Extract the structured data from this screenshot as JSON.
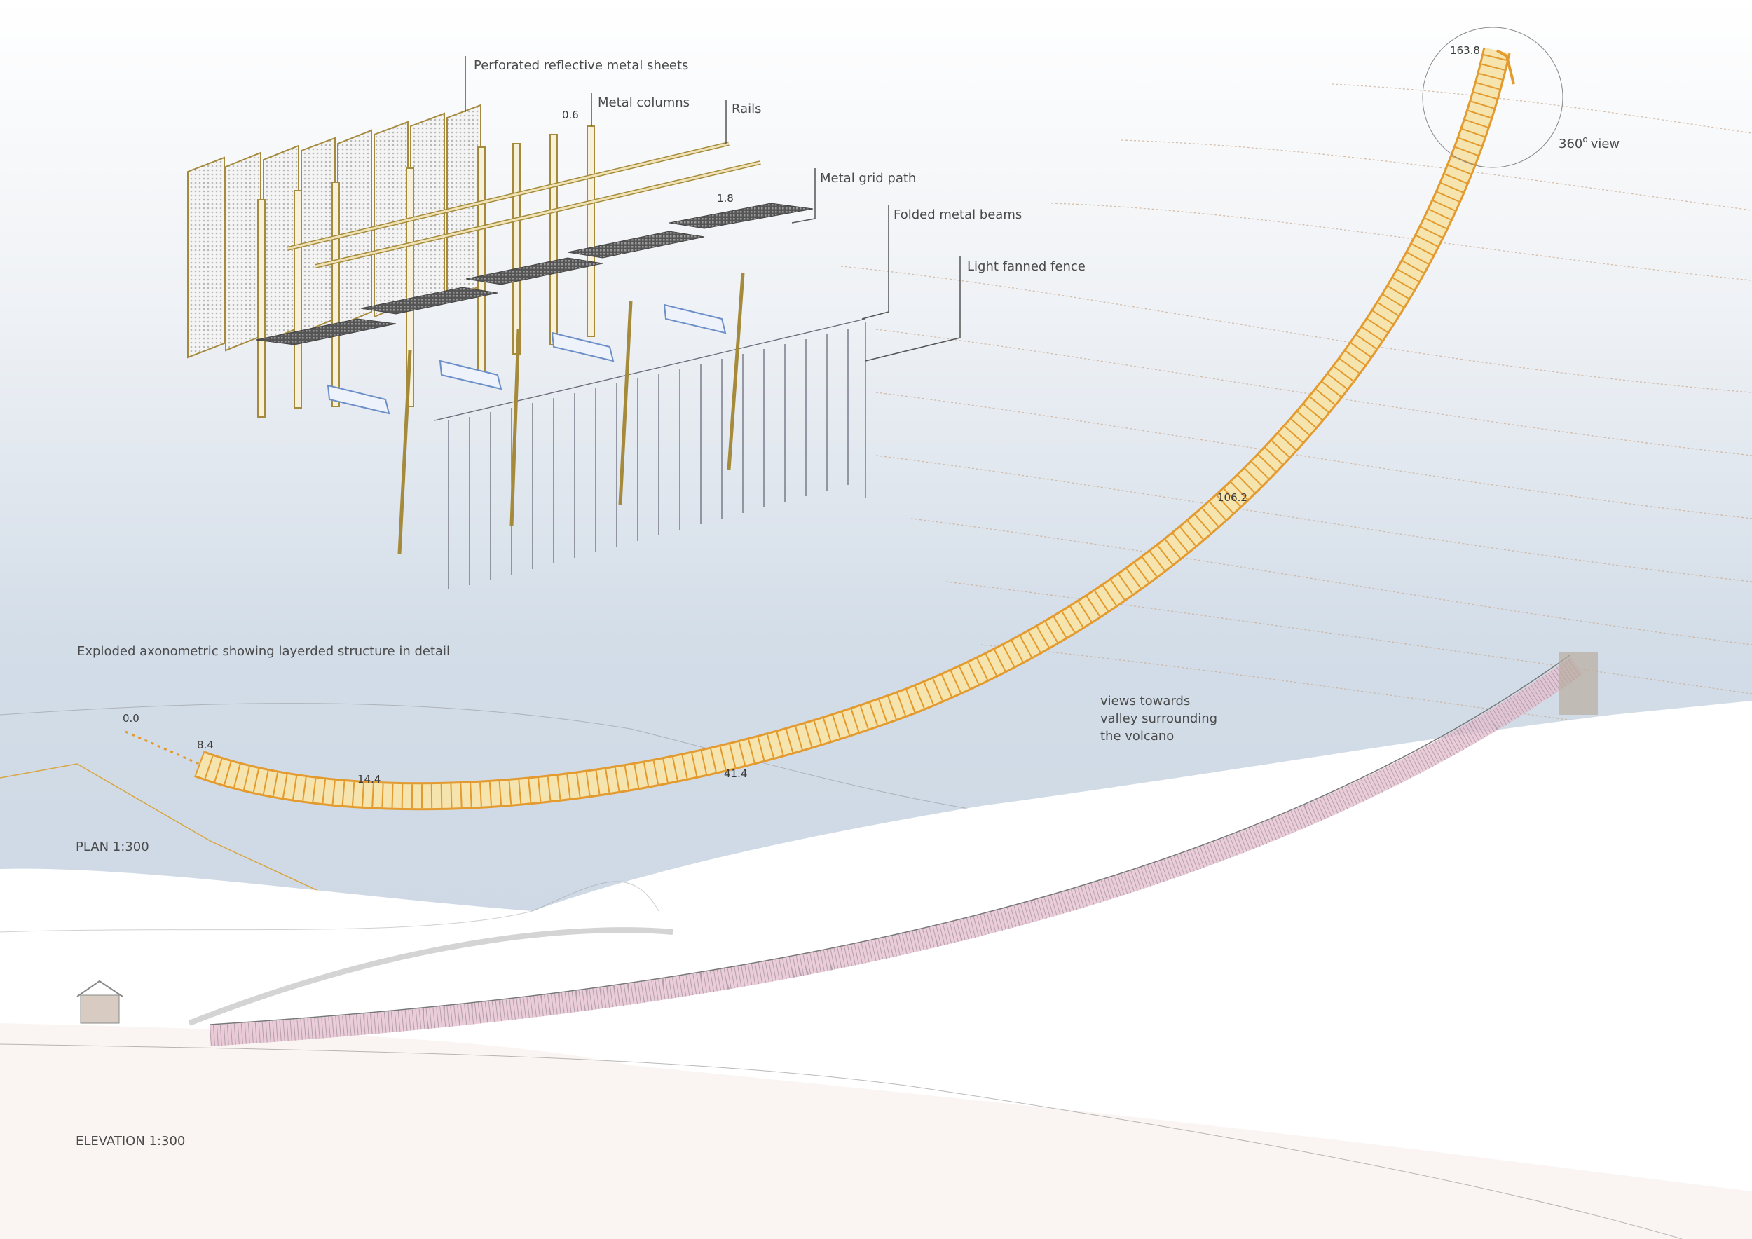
{
  "axonometric": {
    "caption": "Exploded axonometric showing layerded structure in detail",
    "labels": {
      "perforated_sheets": "Perforated reflective metal sheets",
      "metal_columns": "Metal columns",
      "rails": "Rails",
      "metal_grid_path": "Metal grid path",
      "folded_beams": "Folded metal beams",
      "fanned_fence": "Light fanned fence"
    },
    "dimensions": {
      "column_spacing": "0.6",
      "path_width": "1.8"
    }
  },
  "plan": {
    "title": "PLAN 1:300",
    "chainage": [
      "0.0",
      "8.4",
      "14.4",
      "41.4",
      "106.2",
      "163.8"
    ],
    "view_label": "360",
    "view_label_suffix": "view",
    "view_degree": "o",
    "annotation_line1": "views towards",
    "annotation_line2": "valley surrounding",
    "annotation_line3": "the volcano"
  },
  "elevation": {
    "title": "ELEVATION 1:300"
  },
  "colors": {
    "path_orange": "#e39a2e",
    "path_fill": "#f5e4ad",
    "sky": "#d3dde8",
    "bridge_pink": "#e6bfd0"
  }
}
